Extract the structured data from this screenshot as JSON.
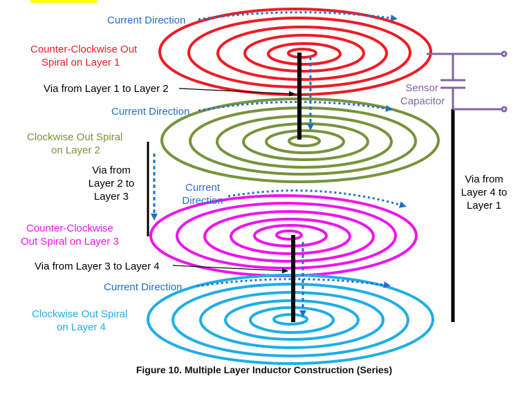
{
  "colors": {
    "layer1": "#ee1c24",
    "layer2": "#77933c",
    "layer3": "#ee14ee",
    "layer4": "#1eaee6",
    "current_arrow": "#1f6fc4",
    "via": "#000000",
    "capacitor": "#8064a2",
    "text": "#000000"
  },
  "labels": {
    "current_direction": "Current Direction",
    "current_direction_3_line1": "Current",
    "current_direction_3_line2": "Direction",
    "layer1_line1": "Counter-Clockwise Out",
    "layer1_line2": "Spiral on Layer 1",
    "via_1_2": "Via from Layer 1 to Layer 2",
    "layer2_line1": "Clockwise Out Spiral",
    "layer2_line2": "on Layer 2",
    "via_2_3_line1": "Via from",
    "via_2_3_line2": "Layer 2 to",
    "via_2_3_line3": "Layer 3",
    "layer3_line1": "Counter-Clockwise",
    "layer3_line2": "Out Spiral on Layer 3",
    "via_3_4": "Via from Layer 3 to Layer 4",
    "layer4_line1": "Clockwise Out Spiral",
    "layer4_line2": "on Layer 4",
    "sensor_line1": "Sensor",
    "sensor_line2": "Capacitor",
    "via_4_1_line1": "Via from",
    "via_4_1_line2": "Layer 4 to",
    "via_4_1_line3": "Layer 1"
  },
  "caption": "Figure 10. Multiple Layer Inductor Construction (Series)"
}
